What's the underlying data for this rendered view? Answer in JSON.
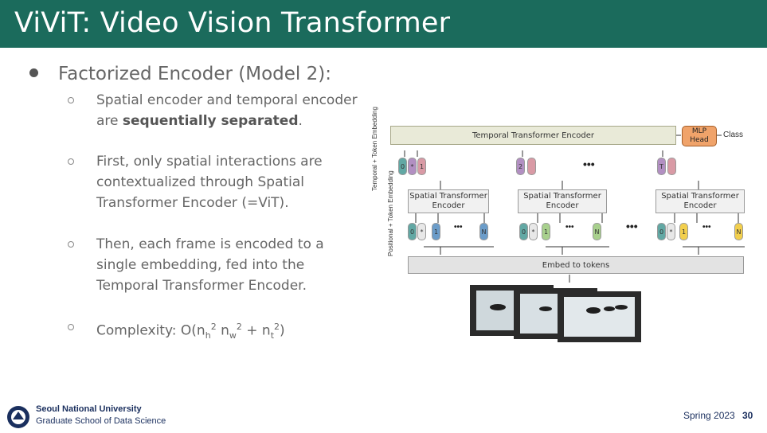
{
  "slide": {
    "title": "ViViT: Video Vision Transformer",
    "main_bullet": "Factorized Encoder (Model 2):",
    "sub_bullets": [
      {
        "lines": [
          "Spatial encoder and temporal encoder",
          "are "
        ],
        "bold": "sequentially separated",
        "after": "."
      },
      {
        "lines": [
          "First, only spatial interactions are",
          "contextualized through Spatial",
          "Transformer Encoder (=ViT)."
        ]
      },
      {
        "lines": [
          "Then, each frame is encoded to a",
          "single embedding, fed into the",
          "Temporal Transformer Encoder."
        ]
      },
      {
        "complexity_prefix": "Complexity: O(n",
        "sub_h": "h",
        "sup_2a": "2",
        "mid1": " n",
        "sub_w": "w",
        "sup_2b": "2",
        "mid2": " + n",
        "sub_t": "t",
        "sup_2c": "2",
        "suffix": ")"
      }
    ]
  },
  "diagram": {
    "temporal_encoder": "Temporal Transformer Encoder",
    "mlp_head": "MLP Head",
    "class_label": "Class",
    "temporal_axis_label": "Temporal + Token Embedding",
    "positional_axis_label": "Positional + Token Embedding",
    "spatial_encoder": "Spatial Transformer Encoder",
    "embed_tokens": "Embed to tokens",
    "ellipsis": "•••",
    "token_zero": "0",
    "token_one": "1",
    "token_two": "2",
    "token_t": "T",
    "token_n": "N",
    "token_star": "*"
  },
  "footer": {
    "university": "Seoul National University",
    "school": "Graduate School of Data Science",
    "term": "Spring 2023",
    "page": "30"
  },
  "colors": {
    "header": "#1b6b5c",
    "mlp": "#f0a36a",
    "token_teal": "#62a8a4",
    "token_blue": "#6b9cc9",
    "token_green": "#a8d08d",
    "token_yellow": "#f2cf4d",
    "token_pink": "#d99aa5",
    "token_purple": "#b28fc2"
  }
}
